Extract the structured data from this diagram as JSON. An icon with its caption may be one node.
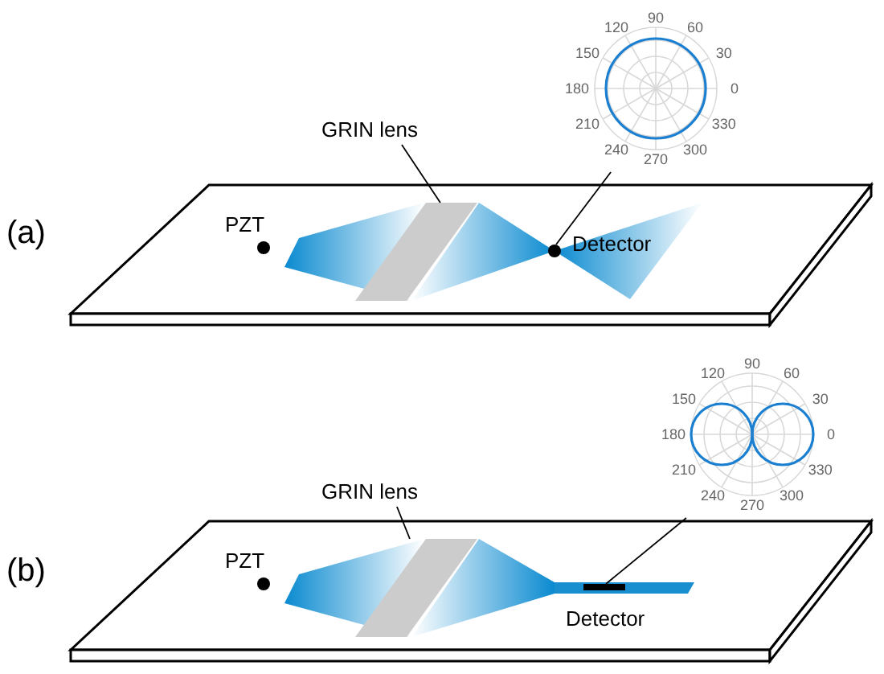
{
  "diagram": {
    "nodes": [
      {
        "text": [
          "GRIN lens"
        ]
      },
      {
        "text": [],
        "shape": "bar"
      },
      {
        "text": [],
        "shape": "circle",
        "beside": [
          "0",
          "30",
          "60",
          "90",
          "120",
          "150",
          "180",
          "210",
          "240",
          "270",
          "300",
          "330"
        ]
      },
      {
        "text": [],
        "shape": "circle"
      },
      {
        "text": [
          "GRIN lens"
        ]
      },
      {
        "text": [],
        "shape": "bar"
      },
      {
        "text": [],
        "shape": "circle",
        "beside": [
          "0",
          "30",
          "60",
          "90",
          "120",
          "150",
          "180",
          "210",
          "240",
          "270",
          "300",
          "330"
        ]
      },
      {
        "text": [],
        "shape": "bar"
      }
    ],
    "edges": [
      {
        "from": 0,
        "to": 1,
        "arrow": "none"
      },
      {
        "from": 2,
        "to": 3,
        "arrow": "none"
      },
      {
        "from": 4,
        "to": 5,
        "arrow": "none"
      },
      {
        "from": 6,
        "to": 7,
        "arrow": "none"
      }
    ],
    "labels": [
      "(a)",
      "PZT",
      "Detector",
      "(b)",
      "PZT",
      "Detector"
    ]
  }
}
